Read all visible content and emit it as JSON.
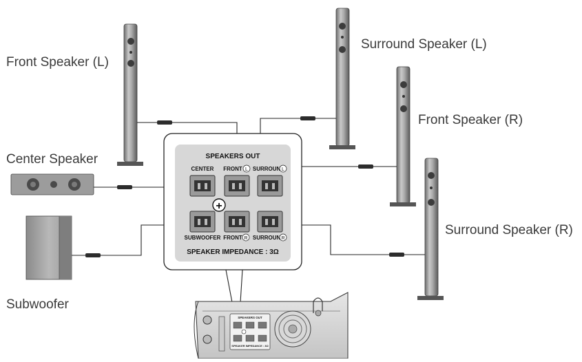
{
  "labels": {
    "front_left": "Front Speaker (L)",
    "surround_left": "Surround Speaker (L)",
    "front_right": "Front Speaker (R)",
    "center": "Center Speaker",
    "surround_right": "Surround Speaker (R)",
    "subwoofer": "Subwoofer"
  },
  "panel": {
    "title": "SPEAKERS OUT",
    "impedance": "SPEAKER IMPEDANCE : 3Ω",
    "terminals": {
      "center": "CENTER",
      "front": "FRONT",
      "surround": "SURROUND",
      "subwoofer": "SUBWOOFER",
      "front_bottom": "FRONT",
      "surround_bottom": "SURROUND"
    },
    "badges": {
      "left": "L",
      "right": "R"
    },
    "plus": "+"
  },
  "receiver": {
    "title": "SPEAKERS OUT",
    "impedance": "SPEAKER IMPEDANCE : 3Ω"
  }
}
